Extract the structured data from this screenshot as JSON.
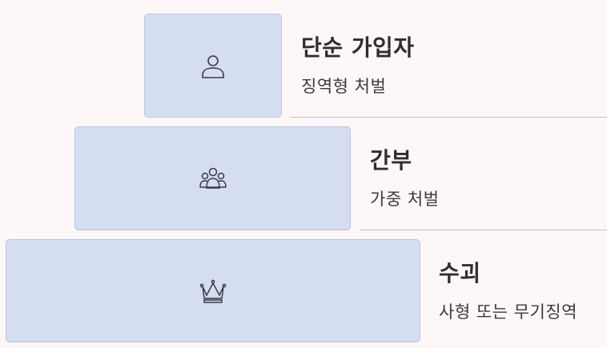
{
  "tiers": [
    {
      "title": "단순 가입자",
      "description": "징역형 처벌",
      "icon": "person-icon"
    },
    {
      "title": "간부",
      "description": "가중 처벌",
      "icon": "group-icon"
    },
    {
      "title": "수괴",
      "description": "사형 또는 무기징역",
      "icon": "crown-icon"
    }
  ],
  "colors": {
    "box_fill": "#d5ddf3",
    "box_border": "#b9c3e3",
    "divider": "#b9bedf",
    "background": "#fdf8f7"
  }
}
